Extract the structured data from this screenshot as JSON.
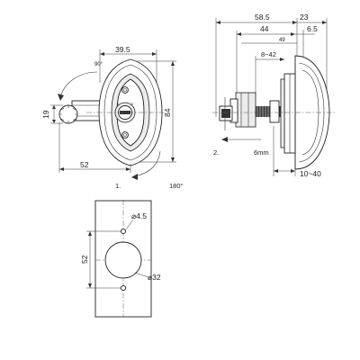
{
  "front_view": {
    "width_label": "39.5",
    "height_label": "84",
    "rotation_label": "90°",
    "shaft_label": "19",
    "offset_label": "52",
    "step_label": "1.",
    "turn_label": "180°"
  },
  "side_view": {
    "overall_label": "58.5",
    "head_label": "23",
    "body_label": "44",
    "small_label": "49",
    "washer_label": "6.5",
    "range_label": "8~42",
    "step_label": "2.",
    "travel_label": "6mm",
    "panel_label": "10~40"
  },
  "cutout": {
    "pitch_label": "52",
    "small_hole_label": "⌀4.5",
    "large_hole_label": "⌀32"
  }
}
